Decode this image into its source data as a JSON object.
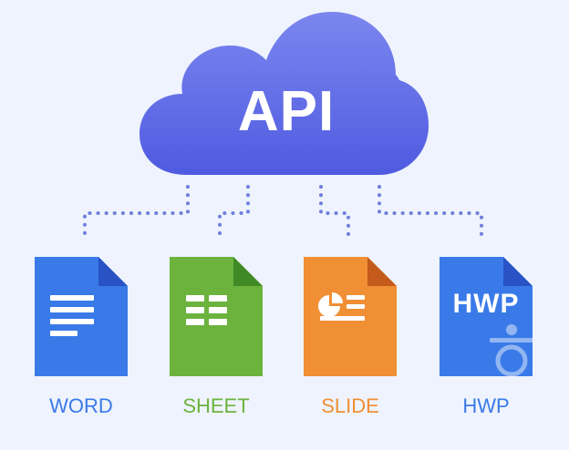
{
  "cloud": {
    "label": "API",
    "color_top": "#7b86ef",
    "color_bottom": "#4f5be0"
  },
  "connector_color": "#6f7fdc",
  "documents": [
    {
      "label": "WORD",
      "icon": "document-lines-icon",
      "color": "#3a7ae8",
      "fold_color": "#2953c4",
      "label_color": "#3a7ae8"
    },
    {
      "label": "SHEET",
      "icon": "spreadsheet-grid-icon",
      "color": "#6cb33e",
      "fold_color": "#3f8a24",
      "label_color": "#6cb33e"
    },
    {
      "label": "SLIDE",
      "icon": "presentation-slide-icon",
      "color": "#f08f34",
      "fold_color": "#c45a1c",
      "label_color": "#f08f34"
    },
    {
      "label": "HWP",
      "icon": "hwp-document-icon",
      "color": "#3a7ae8",
      "fold_color": "#2953c4",
      "label_color": "#3a7ae8",
      "glyph_text": "HWP"
    }
  ]
}
